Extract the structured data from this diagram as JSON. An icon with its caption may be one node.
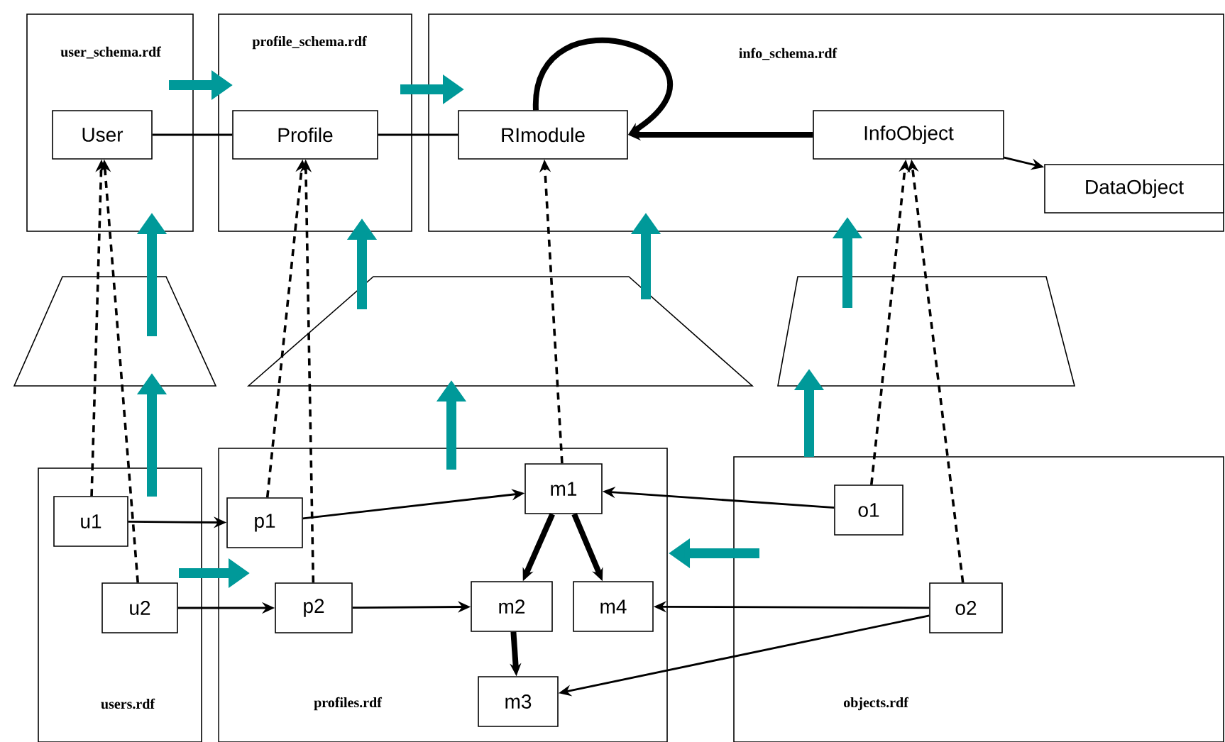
{
  "diagram": {
    "nodes": [
      {
        "text": [
          "user_schema.rdf"
        ]
      },
      {
        "text": [
          "profile_schema.rdf"
        ]
      },
      {
        "text": [
          "info_schema.rdf"
        ]
      },
      {
        "text": [
          "User"
        ],
        "in": 0
      },
      {
        "text": [
          "Profile"
        ],
        "in": 1
      },
      {
        "text": [
          "RImodule"
        ],
        "in": 2
      },
      {
        "text": [
          "InfoObject"
        ],
        "in": 2
      },
      {
        "text": [
          "DataObject"
        ],
        "in": 2
      },
      {
        "text": [
          "users.rdf"
        ]
      },
      {
        "text": [
          "profiles.rdf"
        ]
      },
      {
        "text": [
          "objects.rdf"
        ]
      },
      {
        "text": [
          "u1"
        ],
        "in": 8
      },
      {
        "text": [
          "u2"
        ],
        "in": 8
      },
      {
        "text": [
          "p1"
        ],
        "in": 9
      },
      {
        "text": [
          "p2"
        ],
        "in": 9
      },
      {
        "text": [
          "m1"
        ],
        "in": 9
      },
      {
        "text": [
          "m2"
        ],
        "in": 9
      },
      {
        "text": [
          "m4"
        ],
        "in": 9
      },
      {
        "text": [
          "m3"
        ],
        "in": 9
      },
      {
        "text": [
          "o1"
        ],
        "in": 10
      },
      {
        "text": [
          "o2"
        ],
        "in": 10
      }
    ],
    "edges": [
      {
        "from": 3,
        "to": 4,
        "arrow": "none"
      },
      {
        "from": 4,
        "to": 5,
        "arrow": "none"
      },
      {
        "from": 5,
        "to": 5,
        "arrow": "to",
        "style": "thick"
      },
      {
        "from": 6,
        "to": 5,
        "arrow": "to",
        "style": "thick"
      },
      {
        "from": 6,
        "to": 7,
        "arrow": "to"
      },
      {
        "from": 11,
        "to": 3,
        "arrow": "to",
        "style": "dashed"
      },
      {
        "from": 12,
        "to": 3,
        "arrow": "to",
        "style": "dashed"
      },
      {
        "from": 13,
        "to": 4,
        "arrow": "to",
        "style": "dashed"
      },
      {
        "from": 14,
        "to": 4,
        "arrow": "to",
        "style": "dashed"
      },
      {
        "from": 15,
        "to": 5,
        "arrow": "to",
        "style": "dashed"
      },
      {
        "from": 19,
        "to": 6,
        "arrow": "to",
        "style": "dashed"
      },
      {
        "from": 20,
        "to": 6,
        "arrow": "to",
        "style": "dashed"
      },
      {
        "from": 11,
        "to": 13,
        "arrow": "to"
      },
      {
        "from": 12,
        "to": 14,
        "arrow": "to"
      },
      {
        "from": 13,
        "to": 15,
        "arrow": "to"
      },
      {
        "from": 14,
        "to": 16,
        "arrow": "to"
      },
      {
        "from": 19,
        "to": 15,
        "arrow": "to"
      },
      {
        "from": 15,
        "to": 16,
        "arrow": "to",
        "style": "thick"
      },
      {
        "from": 15,
        "to": 17,
        "arrow": "to",
        "style": "thick"
      },
      {
        "from": 16,
        "to": 18,
        "arrow": "to",
        "style": "thick"
      },
      {
        "from": 20,
        "to": 17,
        "arrow": "to"
      },
      {
        "from": 20,
        "to": 18,
        "arrow": "to"
      }
    ]
  }
}
